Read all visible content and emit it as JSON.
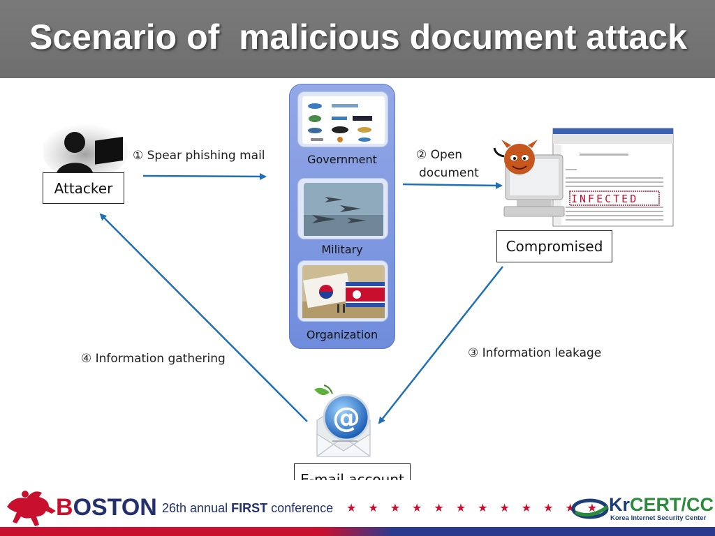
{
  "slide": {
    "title": "Scenario of  malicious document attack"
  },
  "diagram": {
    "nodes": {
      "attacker": "Attacker",
      "compromised": "Compromised",
      "email_account": "E-mail account",
      "government": "Government",
      "military": "Military",
      "organization": "Organization"
    },
    "edges": {
      "step1": "① Spear phishing mail",
      "step2_line1": "② Open",
      "step2_line2": "document",
      "step3": "③ Information leakage",
      "step4": "④ Information gathering"
    },
    "infected_stamp": "INFECTED"
  },
  "footer": {
    "boston_first_letter": "B",
    "boston_rest": "OSTON",
    "conference_prefix": "26th annual ",
    "conference_first": "FIRST",
    "conference_suffix": " conference",
    "stars": "★★★★★★★★★★★★",
    "org_kr": "Kr",
    "org_cert": "CERT/CC",
    "org_full": "Korea Internet Security Center"
  },
  "colors": {
    "header_bg": "#707070",
    "arrow": "#1f6fb8",
    "panel": "#7d96df",
    "accent_red": "#c8102e",
    "accent_navy": "#23306e"
  }
}
